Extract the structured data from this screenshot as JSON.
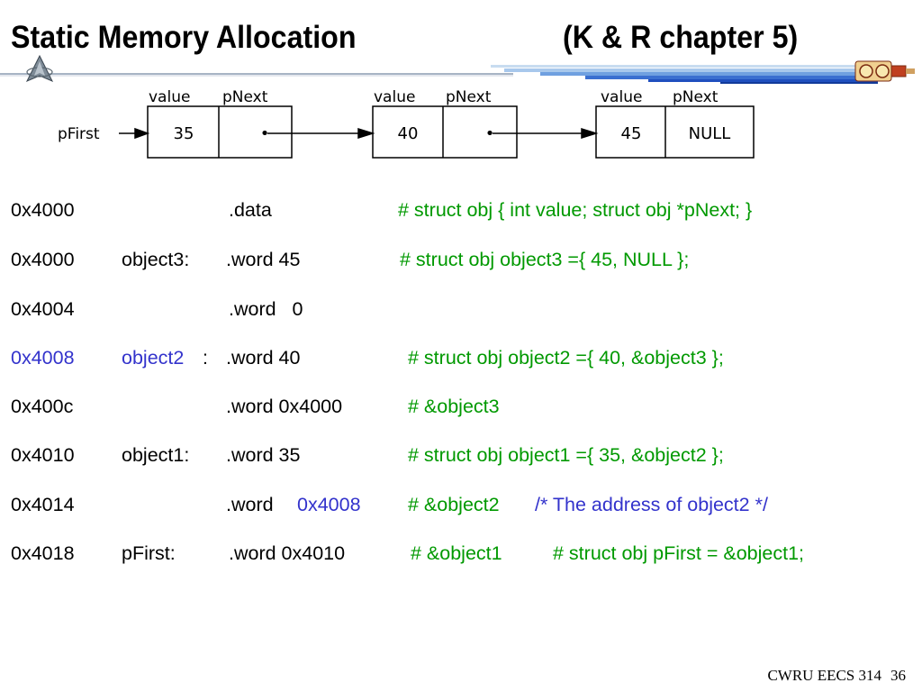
{
  "slide": {
    "title": "Static Memory Allocation",
    "title_ref": "(K & R chapter 5)"
  },
  "diagram": {
    "head_label": "pFirst",
    "column_headers": [
      "value",
      "pNext"
    ],
    "nodes": [
      {
        "value": "35",
        "next": "•"
      },
      {
        "value": "40",
        "next": "•"
      },
      {
        "value": "45",
        "next": "NULL"
      }
    ]
  },
  "code_rows": [
    {
      "addr": "0x4000",
      "label": "",
      "instr": ".data",
      "comment": "# struct obj { int value; struct obj *pNext; }"
    },
    {
      "addr": "0x4000",
      "label": "object3:",
      "instr": ".word 45",
      "comment": "# struct obj object3 ={ 45, NULL };"
    },
    {
      "addr": "0x4004",
      "label": "",
      "instr": ".word   0",
      "comment": ""
    },
    {
      "addr": "0x4008",
      "label": "object2",
      "label_suffix": ":",
      "instr": ".word 40",
      "comment": "# struct obj object2 ={ 40, &object3 };"
    },
    {
      "addr": "0x400c",
      "label": "",
      "instr": ".word 0x4000",
      "comment": "# &object3"
    },
    {
      "addr": "0x4010",
      "label": "object1:",
      "instr": ".word 35",
      "comment": "# struct obj object1 ={ 35, &object2 };"
    },
    {
      "addr": "0x4014",
      "label": "",
      "instr_prefix": ".word ",
      "instr_highlight": "0x4008",
      "comment_a": "# &object2",
      "comment_b": " /* The address of object2 */"
    },
    {
      "addr": "0x4018",
      "label": "pFirst:",
      "instr": ".word 0x4010",
      "comment_a": "# &object1",
      "comment_b": "# struct obj pFirst = &object1;"
    }
  ],
  "footer": {
    "course": "CWRU EECS 314",
    "page": "36"
  },
  "colors": {
    "text": "#000000",
    "highlight": "#3333cc",
    "comment": "#009900"
  }
}
